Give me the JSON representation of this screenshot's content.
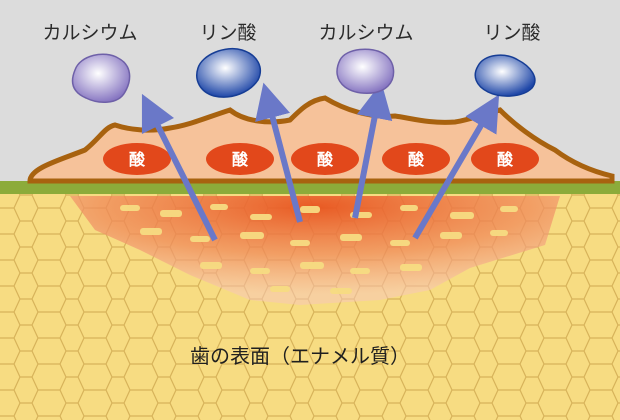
{
  "minerals": [
    {
      "label": "カルシウム",
      "kind": "calcium"
    },
    {
      "label": "リン酸",
      "kind": "phosphate"
    },
    {
      "label": "カルシウム",
      "kind": "calcium"
    },
    {
      "label": "リン酸",
      "kind": "phosphate"
    }
  ],
  "acids": [
    "酸",
    "酸",
    "酸",
    "酸",
    "酸"
  ],
  "caption": "歯の表面（エナメル質）",
  "colors": {
    "background": "#dcdcdc",
    "plaque_fill": "#f6c29a",
    "plaque_edge": "#a8620f",
    "gum_line": "#8cab3a",
    "enamel_fill": "#f7dc82",
    "enamel_lines": "#d7b35a",
    "acid": "#e2481b",
    "arrow": "#6a78c8",
    "calcium": "#a796d2",
    "phosphate": "#2a56b4"
  }
}
